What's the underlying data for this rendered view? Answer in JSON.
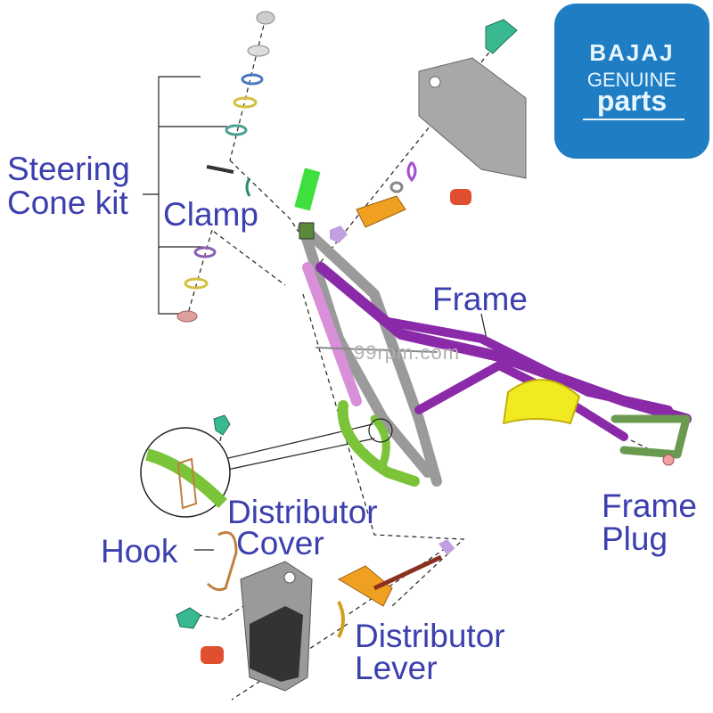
{
  "logo": {
    "brand": "BAJAJ",
    "line2": "GENUINE",
    "line3": "parts",
    "bg": "#1f7dc4"
  },
  "watermark": "99rpm.com",
  "labels": {
    "steering_cone_kit": [
      "Steering",
      "Cone kit"
    ],
    "clamp": "Clamp",
    "frame": "Frame",
    "distributor_cover": [
      "Distributor",
      "Cover"
    ],
    "hook": "Hook",
    "frame_plug": [
      "Frame",
      "Plug"
    ],
    "distributor_lever": [
      "Distributor",
      "Lever"
    ]
  },
  "colors": {
    "label": "#3c3fae",
    "frame_purple": "#8a2aa8",
    "frame_gray": "#9a9a9a",
    "frame_green": "#7bc43a",
    "lever_orange": "#f0a020"
  }
}
